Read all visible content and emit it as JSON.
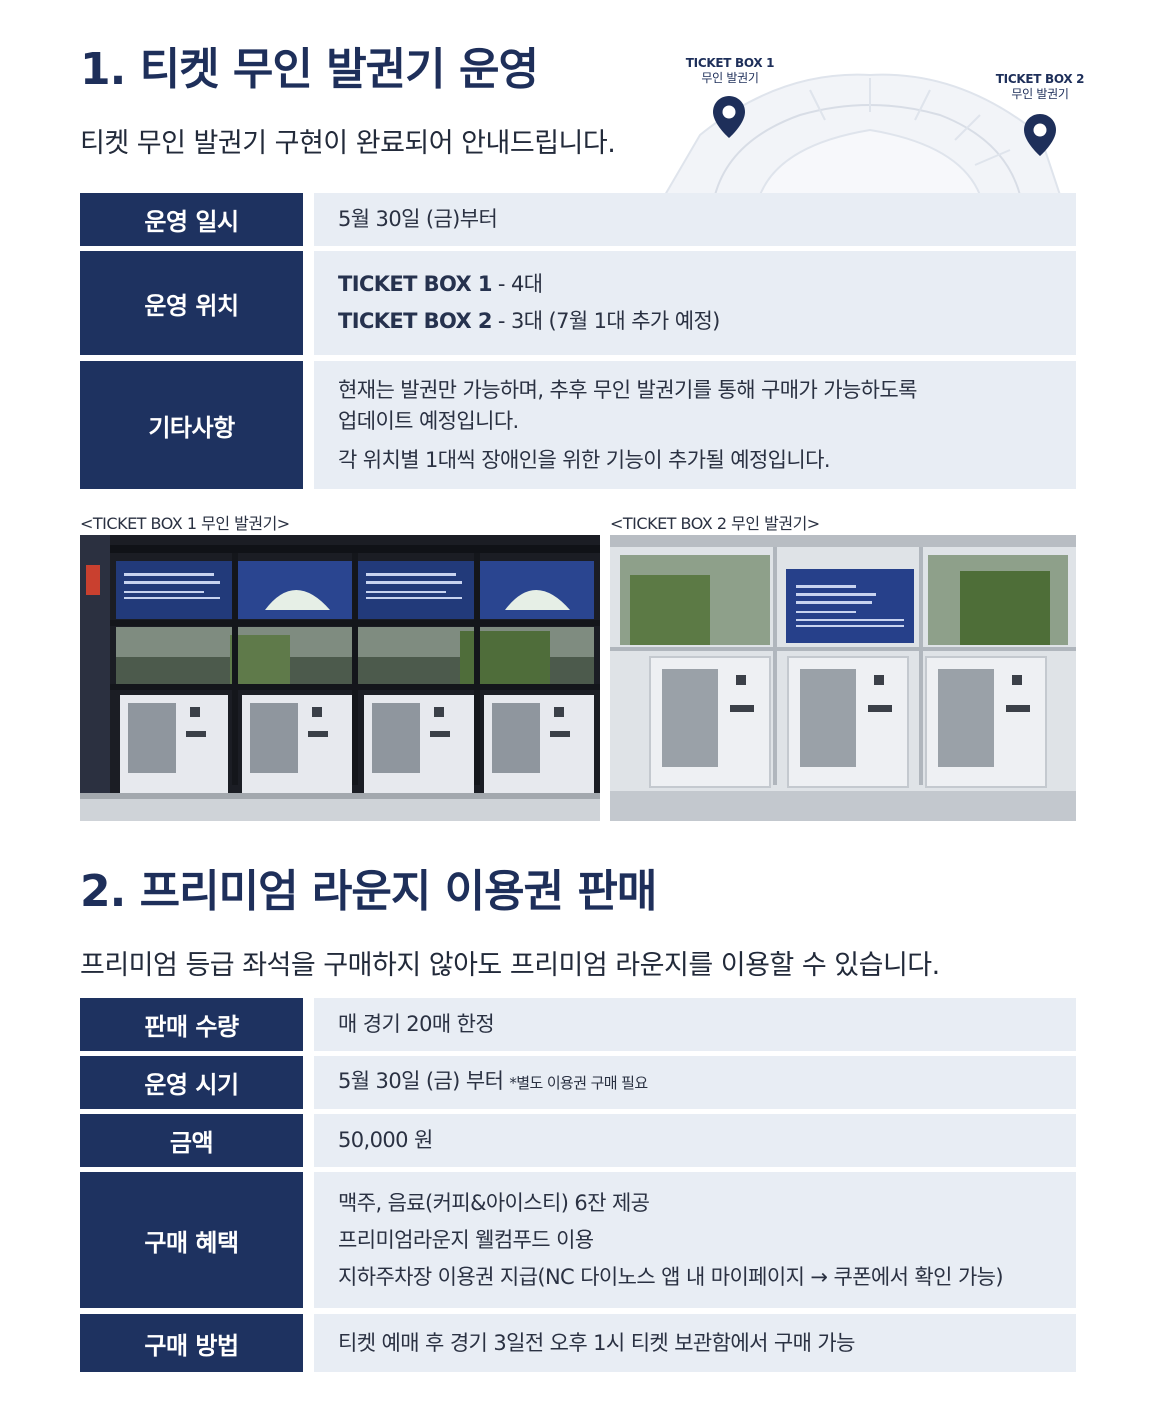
{
  "section1": {
    "title": "1. 티켓 무인 발권기 운영",
    "lead": "티켓 무인 발권기 구현이 완료되어 안내드립니다.",
    "map": {
      "box1_title": "TICKET BOX 1",
      "box1_sub": "무인 발권기",
      "box2_title": "TICKET BOX 2",
      "box2_sub": "무인 발권기"
    },
    "rows": [
      {
        "label": "운영 일시",
        "lines": [
          "5월 30일 (금)부터"
        ]
      },
      {
        "label": "운영 위치",
        "lines": [
          "TICKET BOX 1",
          " - 4대",
          "TICKET BOX 2",
          " - 3대 (7월 1대 추가 예정)"
        ]
      },
      {
        "label": "기타사항",
        "lines": [
          "현재는 발권만 가능하며, 추후 무인 발권기를 통해 구매가 가능하도록",
          "업데이트 예정입니다.",
          "각 위치별 1대씩 장애인을 위한 기능이 추가될 예정입니다."
        ]
      }
    ],
    "photo_captions": [
      "<TICKET BOX 1 무인 발권기>",
      "<TICKET BOX 2 무인 발권기>"
    ]
  },
  "section2": {
    "title": "2. 프리미엄 라운지 이용권 판매",
    "lead": "프리미엄 등급 좌석을 구매하지 않아도 프리미엄 라운지를 이용할 수 있습니다.",
    "rows": [
      {
        "label": "판매 수량",
        "lines": [
          "매 경기 20매 한정"
        ]
      },
      {
        "label": "운영 시기",
        "lines": [
          "5월 30일 (금) 부터",
          "*별도 이용권 구매 필요"
        ]
      },
      {
        "label": "금액",
        "lines": [
          "50,000 원"
        ]
      },
      {
        "label": "구매 혜택",
        "lines": [
          "맥주, 음료(커피&아이스티) 6잔 제공",
          "프리미엄라운지 웰컴푸드 이용",
          "지하주차장 이용권 지급(NC 다이노스 앱 내 마이페이지 → 쿠폰에서 확인 가능)"
        ]
      },
      {
        "label": "구매 방법",
        "lines": [
          "티켓 예매 후 경기 3일전 오후 1시 티켓 보관함에서 구매 가능"
        ]
      }
    ]
  },
  "colors": {
    "navy": "#1e3260",
    "cell_bg": "#e8edf4"
  },
  "icons": [
    "map-pin-icon"
  ]
}
